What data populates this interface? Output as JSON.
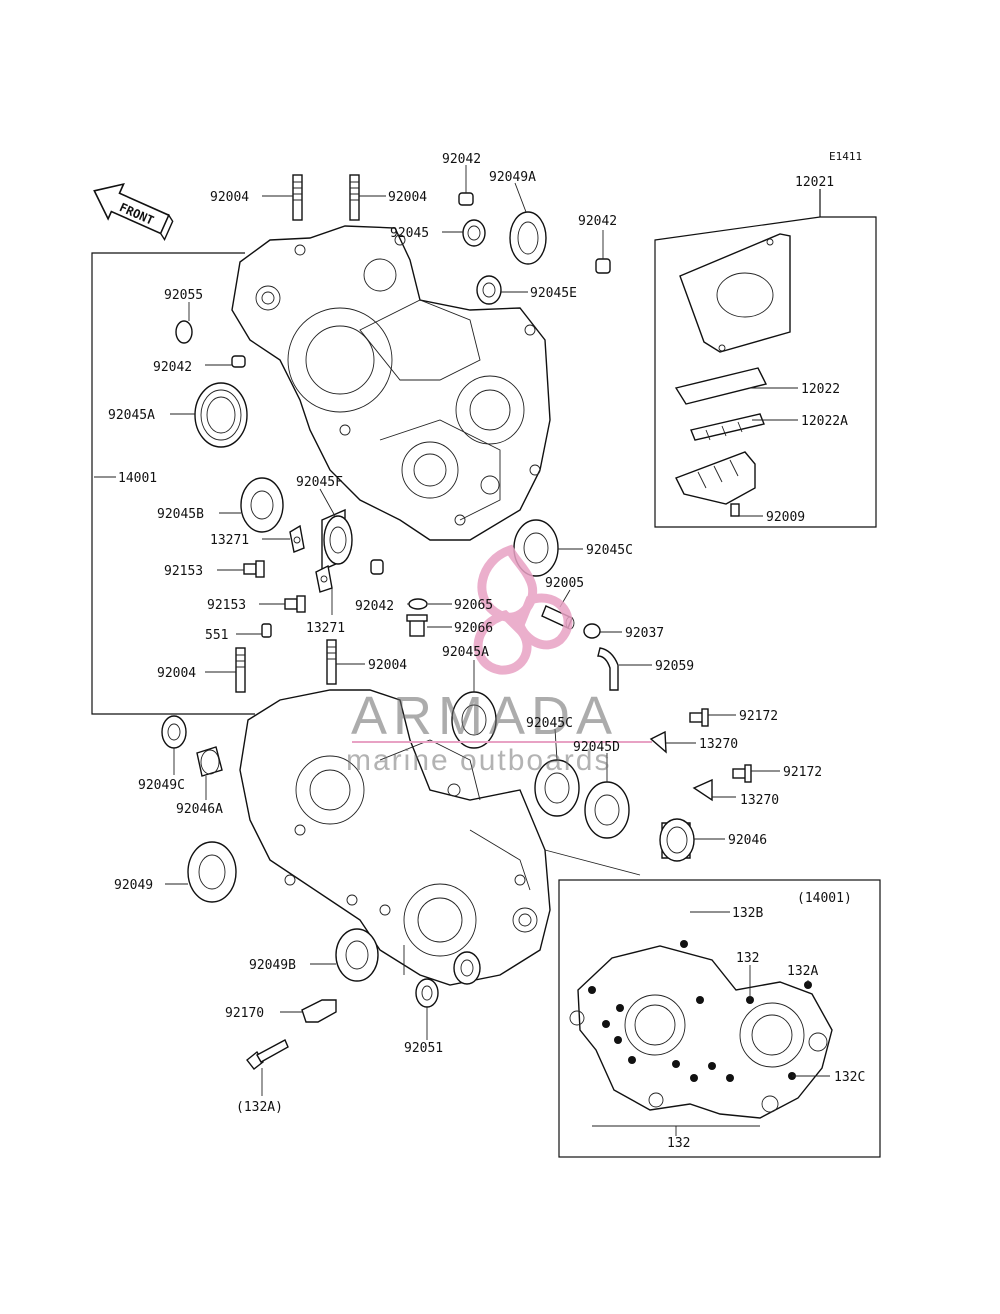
{
  "diagram": {
    "code": "E1411",
    "front_label": "FRONT"
  },
  "labels": {
    "p92042_a": "92042",
    "p92004_a": "92004",
    "p92004_b": "92004",
    "p92049A": "92049A",
    "p92045_a": "92045",
    "p92042_b": "92042",
    "p92055": "92055",
    "p92045E": "92045E",
    "p92042_c": "92042",
    "p92045A_a": "92045A",
    "p14001": "14001",
    "p92045F": "92045F",
    "p92045B": "92045B",
    "p13271_a": "13271",
    "p92153_a": "92153",
    "p92153_b": "92153",
    "p92042_d": "92042",
    "p13271_b": "13271",
    "p92065": "92065",
    "p92066": "92066",
    "p92005": "92005",
    "p92037": "92037",
    "p92045C_a": "92045C",
    "p551": "551",
    "p92004_c": "92004",
    "p92004_d": "92004",
    "p92045A_b": "92045A",
    "p92059": "92059",
    "p92172_a": "92172",
    "p13270_a": "13270",
    "p92045C_b": "92045C",
    "p92045D": "92045D",
    "p92049C": "92049C",
    "p92046A": "92046A",
    "p92172_b": "92172",
    "p13270_b": "13270",
    "p92046": "92046",
    "p92049": "92049",
    "p92049B": "92049B",
    "p92170": "92170",
    "p92051": "92051",
    "p132A_ref": "(132A)",
    "p12021": "12021",
    "p12022": "12022",
    "p12022A": "12022A",
    "p92009": "92009",
    "p14001_ref": "(14001)",
    "p132B": "132B",
    "p132_a": "132",
    "p132A": "132A",
    "p132C": "132C",
    "p132_b": "132"
  },
  "watermark": {
    "brand": "ARMADA",
    "tagline": "marine outboards",
    "logo_color": "#e8a2c4",
    "text_color": "#6a6a6a"
  }
}
